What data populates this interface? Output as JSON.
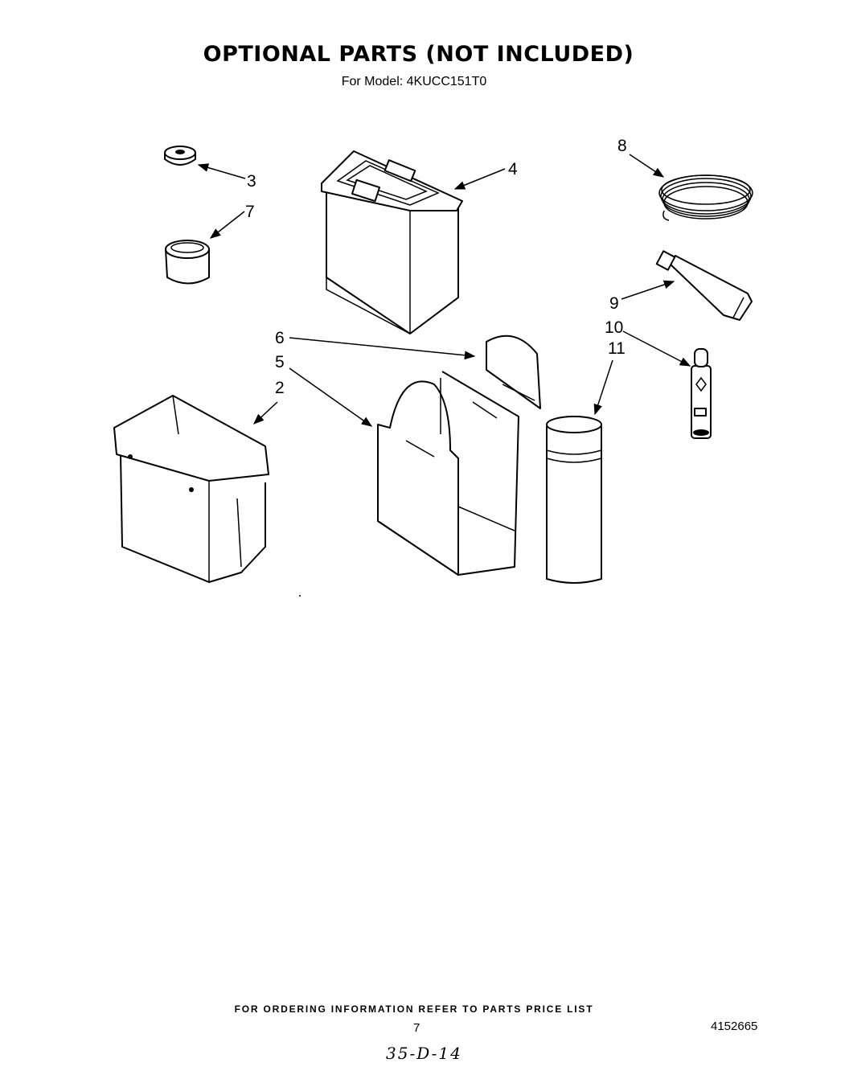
{
  "header": {
    "title": "OPTIONAL PARTS (NOT INCLUDED)",
    "model_line": "For Model: 4KUCC151T0"
  },
  "callouts": {
    "c2": "2",
    "c3": "3",
    "c4": "4",
    "c5": "5",
    "c6": "6",
    "c7": "7",
    "c8": "8",
    "c9": "9",
    "c10": "10",
    "c11": "11"
  },
  "footer": {
    "ordering_note": "FOR ORDERING INFORMATION REFER TO PARTS PRICE LIST",
    "page_number": "7",
    "document_number": "4152665",
    "handwritten_note": "35-D-14"
  }
}
